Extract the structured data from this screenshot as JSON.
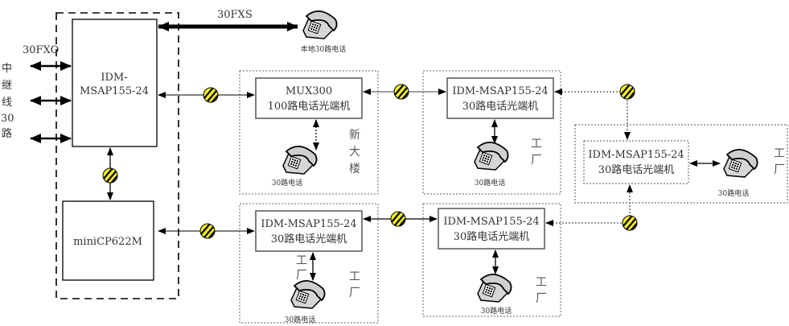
{
  "diagram": {
    "central_site": {
      "main_device": {
        "line1": "IDM-",
        "line2": "MSAP155-24"
      },
      "sub_device": {
        "label": "miniCP622M"
      },
      "fxo_label": "30FXO",
      "trunk_label_chars": [
        "中",
        "继",
        "线",
        "30",
        "路"
      ],
      "fxs_label": "30FXS",
      "local_phone_caption": "本地30路电话"
    },
    "sites": [
      {
        "id": "new-building",
        "device_line1": "MUX300",
        "device_line2": "100路电话光端机",
        "phone_caption": "30路电话",
        "site_chars": [
          "新",
          "大",
          "楼"
        ]
      },
      {
        "id": "factory-1",
        "device_line1": "IDM-MSAP155-24",
        "device_line2": "30路电话光端机",
        "phone_caption": "30路电话",
        "site_chars": [
          "工",
          "厂"
        ]
      },
      {
        "id": "factory-right",
        "device_line1": "IDM-MSAP155-24",
        "device_line2": "30路电话光端机",
        "phone_caption": "30路电话",
        "site_chars": [
          "工",
          "厂"
        ]
      },
      {
        "id": "factory-2",
        "device_line1": "IDM-MSAP155-24",
        "device_line2": "30路电话光端机",
        "phone_caption": "30路电话",
        "site_chars": [
          "工",
          "厂"
        ],
        "extra_chars": [
          "工",
          "厂"
        ]
      },
      {
        "id": "factory-3",
        "device_line1": "IDM-MSAP155-24",
        "device_line2": "30路电话光端机",
        "phone_caption": "30路电话",
        "site_chars": [
          "工",
          "厂"
        ]
      }
    ],
    "colors": {
      "fiber_marker_fill": "#f5f01e",
      "line": "#000000",
      "dotted_border": "#555555"
    }
  }
}
